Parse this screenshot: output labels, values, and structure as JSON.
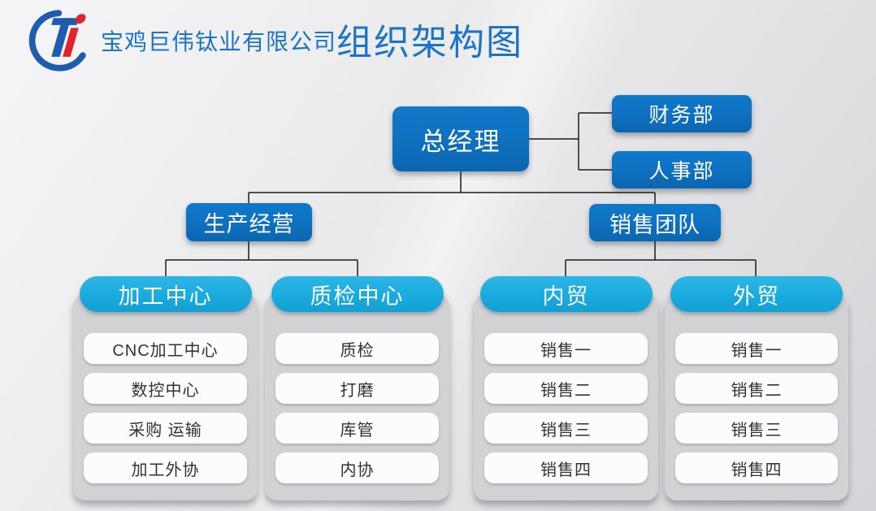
{
  "header": {
    "company": "宝鸡巨伟钛业有限公司",
    "title": "组织架构图",
    "logo": "ti-monogram-logo"
  },
  "colors": {
    "primary_blue": "#0e72c1",
    "cyan": "#1aabde",
    "title_blue": "#1b74c5",
    "logo_blue": "#1e5cad",
    "logo_red": "#e0252a",
    "line_color": "#1a1a1a"
  },
  "org": {
    "root": {
      "label": "总经理"
    },
    "staff": [
      {
        "label": "财务部"
      },
      {
        "label": "人事部"
      }
    ],
    "branches": [
      {
        "label": "生产经营",
        "children": [
          {
            "label": "加工中心",
            "items": [
              "CNC加工中心",
              "数控中心",
              "采购 运输",
              "加工外协"
            ]
          },
          {
            "label": "质检中心",
            "items": [
              "质检",
              "打磨",
              "库管",
              "内协"
            ]
          }
        ]
      },
      {
        "label": "销售团队",
        "children": [
          {
            "label": "内贸",
            "items": [
              "销售一",
              "销售二",
              "销售三",
              "销售四"
            ]
          },
          {
            "label": "外贸",
            "items": [
              "销售一",
              "销售二",
              "销售三",
              "销售四"
            ]
          }
        ]
      }
    ]
  }
}
